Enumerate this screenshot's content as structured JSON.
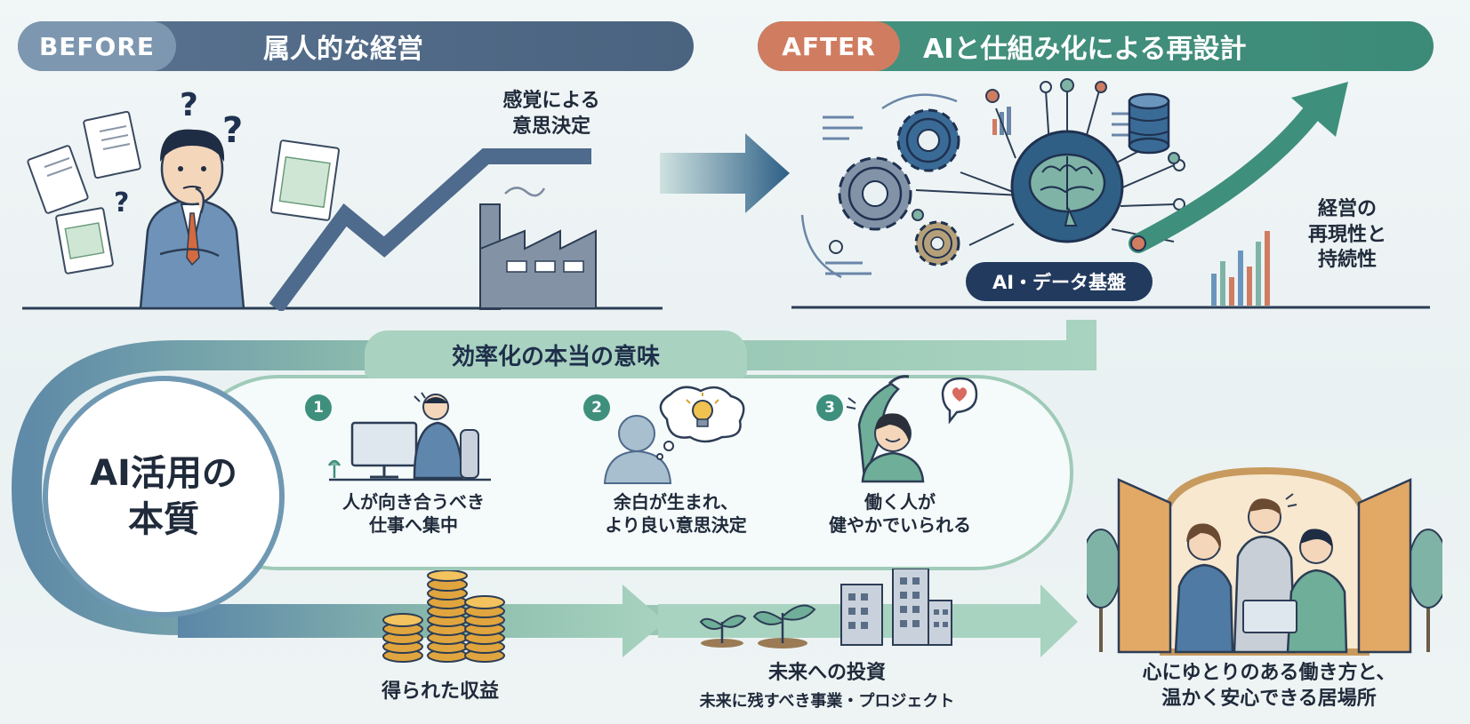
{
  "before": {
    "tag": "BEFORE",
    "title": "属人的な経営",
    "decision_label": "感覚による\n意思決定"
  },
  "after": {
    "tag": "AFTER",
    "title": "AIと仕組み化による再設計",
    "platform_label": "AI・データ基盤",
    "result_label": "経営の\n再現性と\n持続性"
  },
  "efficiency": {
    "title": "効率化の本当の意味",
    "core_label": "AI活用の\n本質",
    "items": [
      {
        "number": "1",
        "label": "人が向き合うべき\n仕事へ集中"
      },
      {
        "number": "2",
        "label": "余白が生まれ、\nより良い意思決定"
      },
      {
        "number": "3",
        "label": "働く人が\n健やかでいられる"
      }
    ]
  },
  "flow": {
    "profit_label": "得られた収益",
    "future_title": "未来への投資",
    "future_sub": "未来に残すべき事業・プロジェクト",
    "goal_label": "心にゆとりのある働き方と、\n温かく安心できる居場所"
  },
  "colors": {
    "before_header": "#4e6784",
    "before_tag": "#6f8aa6",
    "after_tag": "#cf7a5f",
    "after_header": "#3f8f7d",
    "accent_teal": "#3f8f7d",
    "navy": "#23395d"
  }
}
